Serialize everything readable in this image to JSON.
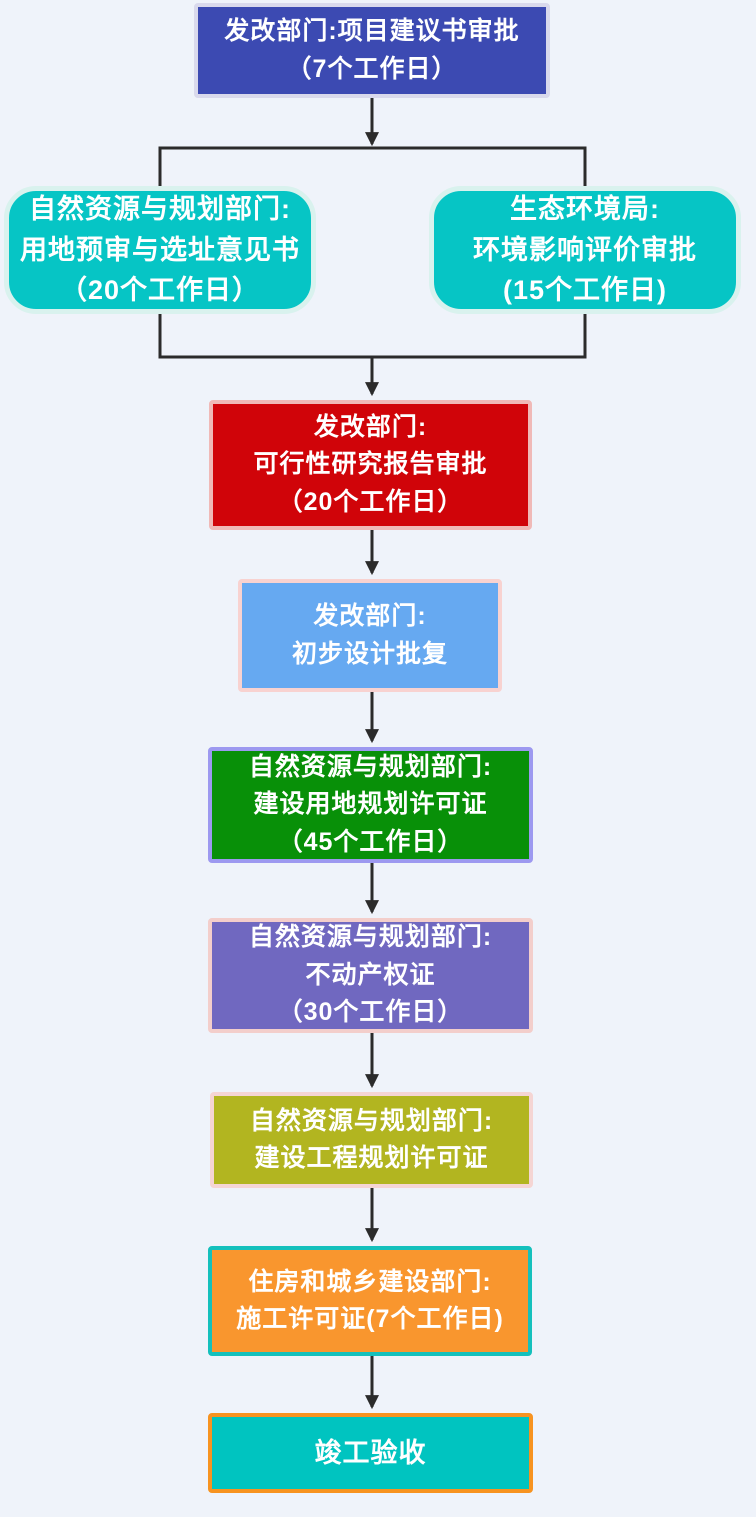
{
  "diagram": {
    "type": "flowchart",
    "background_color": "#eff3fa",
    "connector_color": "#2b2b2b"
  },
  "nodes": [
    {
      "id": "project-proposal-approval",
      "shape": "rect",
      "fill": "#3c4ab2",
      "border": "#d9d9ec",
      "lines": [
        "发改部门:项目建议书审批",
        "（7个工作日）"
      ]
    },
    {
      "id": "land-pre-review",
      "shape": "rounded",
      "fill": "#06c5c5",
      "border": "#d9f2ee",
      "lines": [
        "自然资源与规划部门:",
        "用地预审与选址意见书",
        "（20个工作日）"
      ]
    },
    {
      "id": "environmental-impact-approval",
      "shape": "rounded",
      "fill": "#06c5c5",
      "border": "#d9f2ee",
      "lines": [
        "生态环境局:",
        "环境影响评价审批",
        "(15个工作日)"
      ]
    },
    {
      "id": "feasibility-study-approval",
      "shape": "rect",
      "fill": "#d00409",
      "border": "#f0b9b7",
      "lines": [
        "发改部门:",
        "可行性研究报告审批",
        "（20个工作日）"
      ]
    },
    {
      "id": "preliminary-design-approval",
      "shape": "rect",
      "fill": "#66a9f1",
      "border": "#f8d2d0",
      "lines": [
        "发改部门:",
        "初步设计批复"
      ]
    },
    {
      "id": "construction-land-planning-permit",
      "shape": "rect",
      "fill": "#089008",
      "border": "#9d99f0",
      "lines": [
        "自然资源与规划部门:",
        "建设用地规划许可证",
        "（45个工作日）"
      ]
    },
    {
      "id": "real-estate-certificate",
      "shape": "rect",
      "fill": "#7068c0",
      "border": "#f3cecb",
      "lines": [
        "自然资源与规划部门:",
        "不动产权证",
        "（30个工作日）"
      ]
    },
    {
      "id": "construction-project-planning-permit",
      "shape": "rect",
      "fill": "#b2b520",
      "border": "#f5d5d3",
      "lines": [
        "自然资源与规划部门:",
        "建设工程规划许可证"
      ]
    },
    {
      "id": "construction-permit",
      "shape": "rect",
      "fill": "#f9962e",
      "border": "#14c0bc",
      "lines": [
        "住房和城乡建设部门:",
        "施工许可证(7个工作日)"
      ]
    },
    {
      "id": "completion-acceptance",
      "shape": "rect",
      "fill": "#00c4c0",
      "border": "#f79320",
      "lines": [
        "竣工验收"
      ]
    }
  ]
}
